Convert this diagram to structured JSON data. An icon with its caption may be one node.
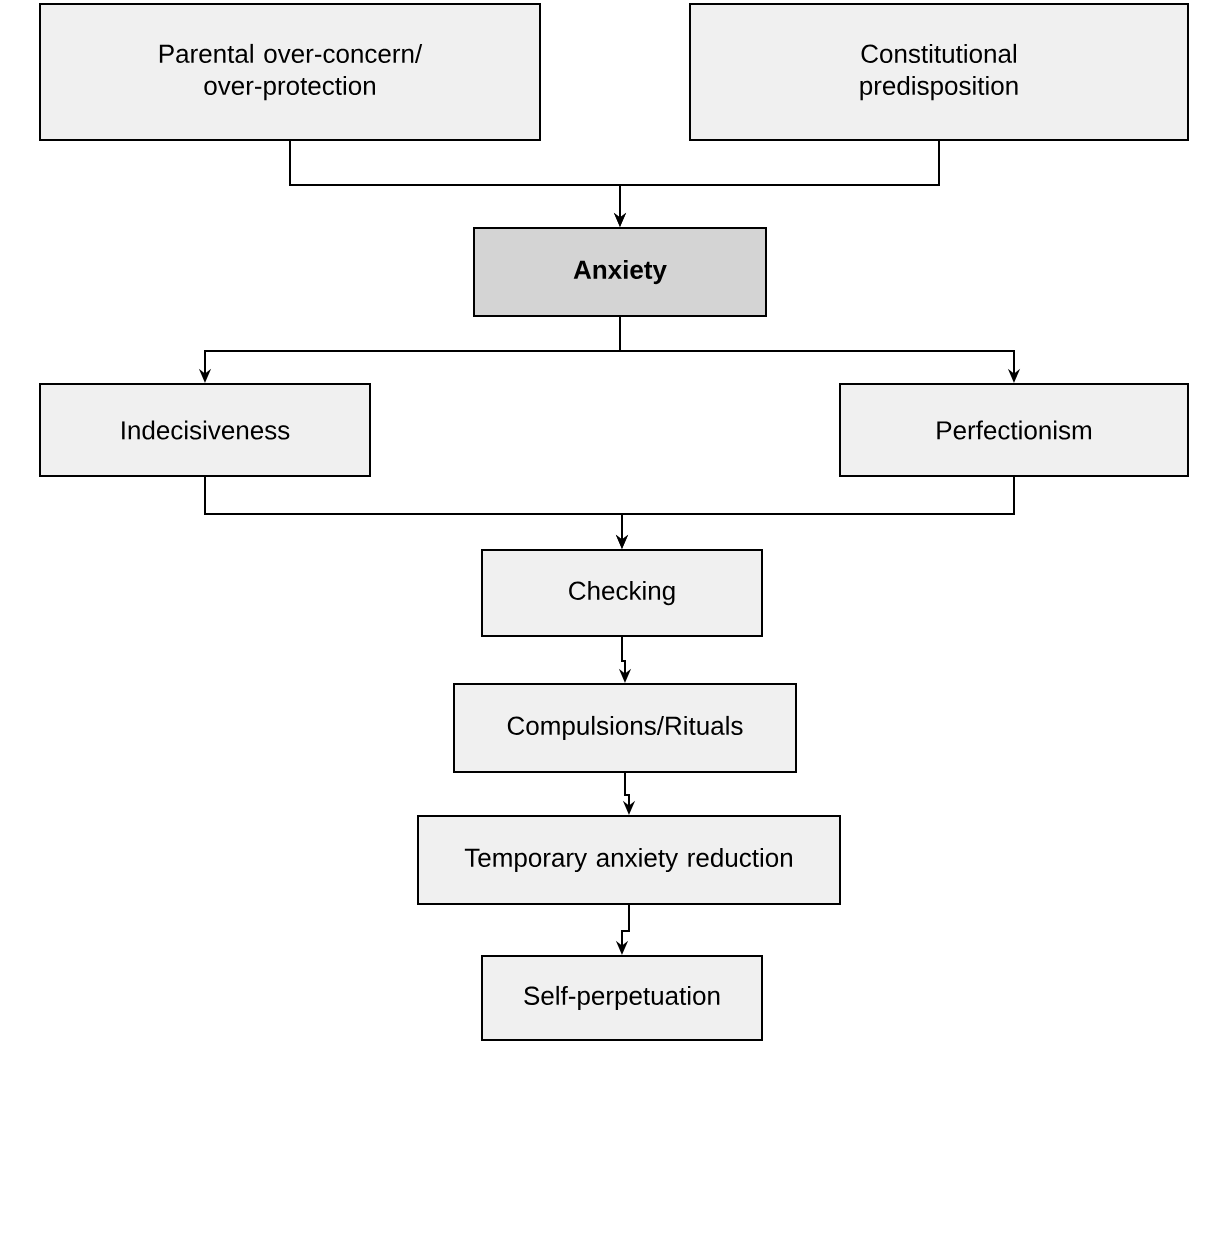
{
  "diagram": {
    "nodes": [
      {
        "text": [
          "Parental over-concern/ over-protection"
        ]
      },
      {
        "text": [
          "Constitutional predisposition"
        ]
      },
      {
        "text": [
          "Anxiety"
        ]
      },
      {
        "text": [
          "Indecisiveness"
        ]
      },
      {
        "text": [
          "Perfectionism"
        ]
      },
      {
        "text": [
          "Checking"
        ]
      },
      {
        "text": [
          "Compulsions/Rituals"
        ]
      },
      {
        "text": [
          "Temporary anxiety reduction"
        ]
      },
      {
        "text": [
          "Self-perpetuation"
        ]
      }
    ],
    "edges": [
      {
        "from": 0,
        "to": 2,
        "arrow": "to"
      },
      {
        "from": 1,
        "to": 2,
        "arrow": "to"
      },
      {
        "from": 2,
        "to": 3,
        "arrow": "to"
      },
      {
        "from": 2,
        "to": 4,
        "arrow": "to"
      },
      {
        "from": 3,
        "to": 5,
        "arrow": "to"
      },
      {
        "from": 4,
        "to": 5,
        "arrow": "to"
      },
      {
        "from": 5,
        "to": 6,
        "arrow": "to"
      },
      {
        "from": 6,
        "to": 7,
        "arrow": "to"
      },
      {
        "from": 7,
        "to": 8,
        "arrow": "to"
      }
    ]
  }
}
